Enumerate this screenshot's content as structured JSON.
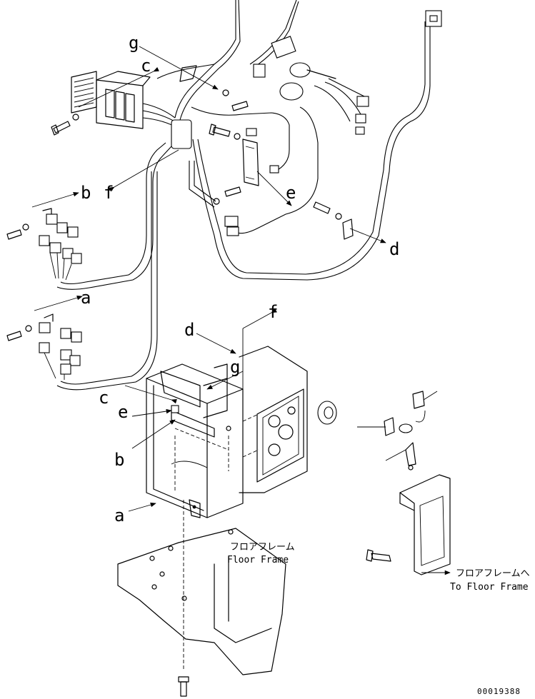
{
  "callouts": [
    {
      "id": "a",
      "text": "a"
    },
    {
      "id": "b",
      "text": "b"
    },
    {
      "id": "c",
      "text": "c"
    },
    {
      "id": "d",
      "text": "d"
    },
    {
      "id": "e",
      "text": "e"
    },
    {
      "id": "f",
      "text": "f"
    },
    {
      "id": "g",
      "text": "g"
    }
  ],
  "notes": {
    "floor_frame_jp": "フロアフレーム",
    "floor_frame_en": "Floor Frame",
    "to_floor_frame_jp": "フロアフレームへ",
    "to_floor_frame_en": "To Floor Frame"
  },
  "drawing_number": "00019388"
}
